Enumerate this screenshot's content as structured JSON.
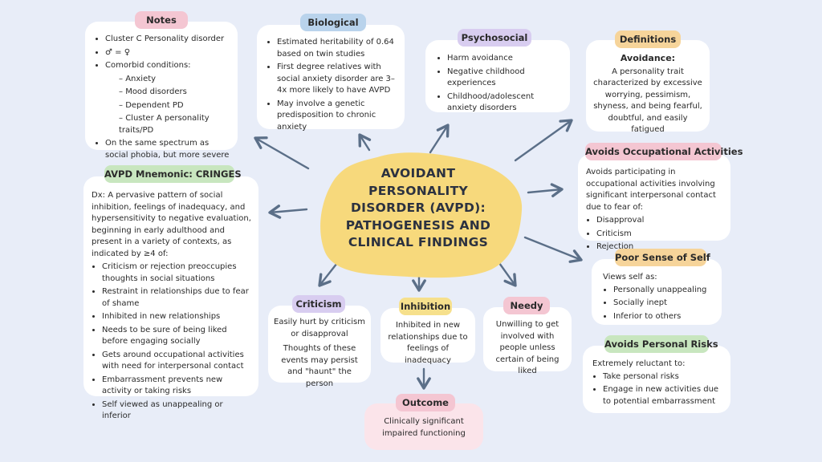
{
  "title": "AVOIDANT PERSONALITY DISORDER (AVPD): PATHOGENESIS AND CLINICAL FINDINGS",
  "colors": {
    "background": "#e8edf8",
    "blob": "#f7d97c",
    "arrow": "#5b6f88",
    "pink": "#f4c6d2",
    "blue": "#b9d3ec",
    "lavender": "#d8cdf0",
    "orange": "#f6d49a",
    "green": "#c8e6bf",
    "yellow": "#f6e08c",
    "outcome_card": "#fbe4ea"
  },
  "notes": {
    "tag": "Notes",
    "items": [
      "Cluster C Personality disorder",
      "♂ = ♀",
      "Comorbid conditions:"
    ],
    "sub_items": [
      "Anxiety",
      "Mood disorders",
      "Dependent PD",
      "Cluster A personality traits/PD"
    ],
    "last_item": "On the same spectrum as social phobia, but more severe"
  },
  "biological": {
    "tag": "Biological",
    "items": [
      "Estimated heritability of 0.64 based on twin studies",
      "First degree relatives with social anxiety disorder are 3–4x more likely to have AVPD",
      "May involve a genetic predisposition to chronic anxiety"
    ]
  },
  "psychosocial": {
    "tag": "Psychosocial",
    "items": [
      "Harm avoidance",
      "Negative childhood experiences",
      "Childhood/adolescent anxiety disorders"
    ]
  },
  "definitions": {
    "tag": "Definitions",
    "heading": "Avoidance:",
    "text": "A personality trait characterized by excessive worrying, pessimism, shyness, and being fearful, doubtful, and easily fatigued"
  },
  "mnemonic": {
    "tag": "AVPD Mnemonic: CRINGES",
    "intro_prefix": "Dx:",
    "intro": "A pervasive pattern of social inhibition, feelings of inadequacy, and hypersensitivity to negative evaluation, beginning in early adulthood and present in a variety of contexts, as indicated by ≥4 of:",
    "items": [
      "Criticism or rejection preoccupies thoughts in social situations",
      "Restraint in relationships due to fear of shame",
      "Inhibited in new relationships",
      "Needs to be sure of being liked before engaging socially",
      "Gets around occupational activities with need for interpersonal contact",
      "Embarrassment prevents new activity or taking risks",
      "Self viewed as unappealing or inferior"
    ]
  },
  "occupational": {
    "tag": "Avoids Occupational Activities",
    "text": "Avoids participating in occupational activities involving significant interpersonal contact due to fear of:",
    "items": [
      "Disapproval",
      "Criticism",
      "Rejection"
    ]
  },
  "poor_sense": {
    "tag": "Poor Sense of Self",
    "text": "Views self as:",
    "items": [
      "Personally unappealing",
      "Socially inept",
      "Inferior to others"
    ]
  },
  "risks": {
    "tag": "Avoids Personal Risks",
    "text": "Extremely reluctant to:",
    "items": [
      "Take personal risks",
      "Engage in new activities due to potential embarrassment"
    ]
  },
  "criticism": {
    "tag": "Criticism",
    "text1": "Easily hurt by criticism or disapproval",
    "text2": "Thoughts of these events may persist and \"haunt\" the person"
  },
  "inhibition": {
    "tag": "Inhibition",
    "text": "Inhibited in new relationships due to feelings of inadequacy"
  },
  "needy": {
    "tag": "Needy",
    "text": "Unwilling to get involved with people unless certain of being liked"
  },
  "outcome": {
    "tag": "Outcome",
    "text": "Clinically significant impaired functioning"
  }
}
